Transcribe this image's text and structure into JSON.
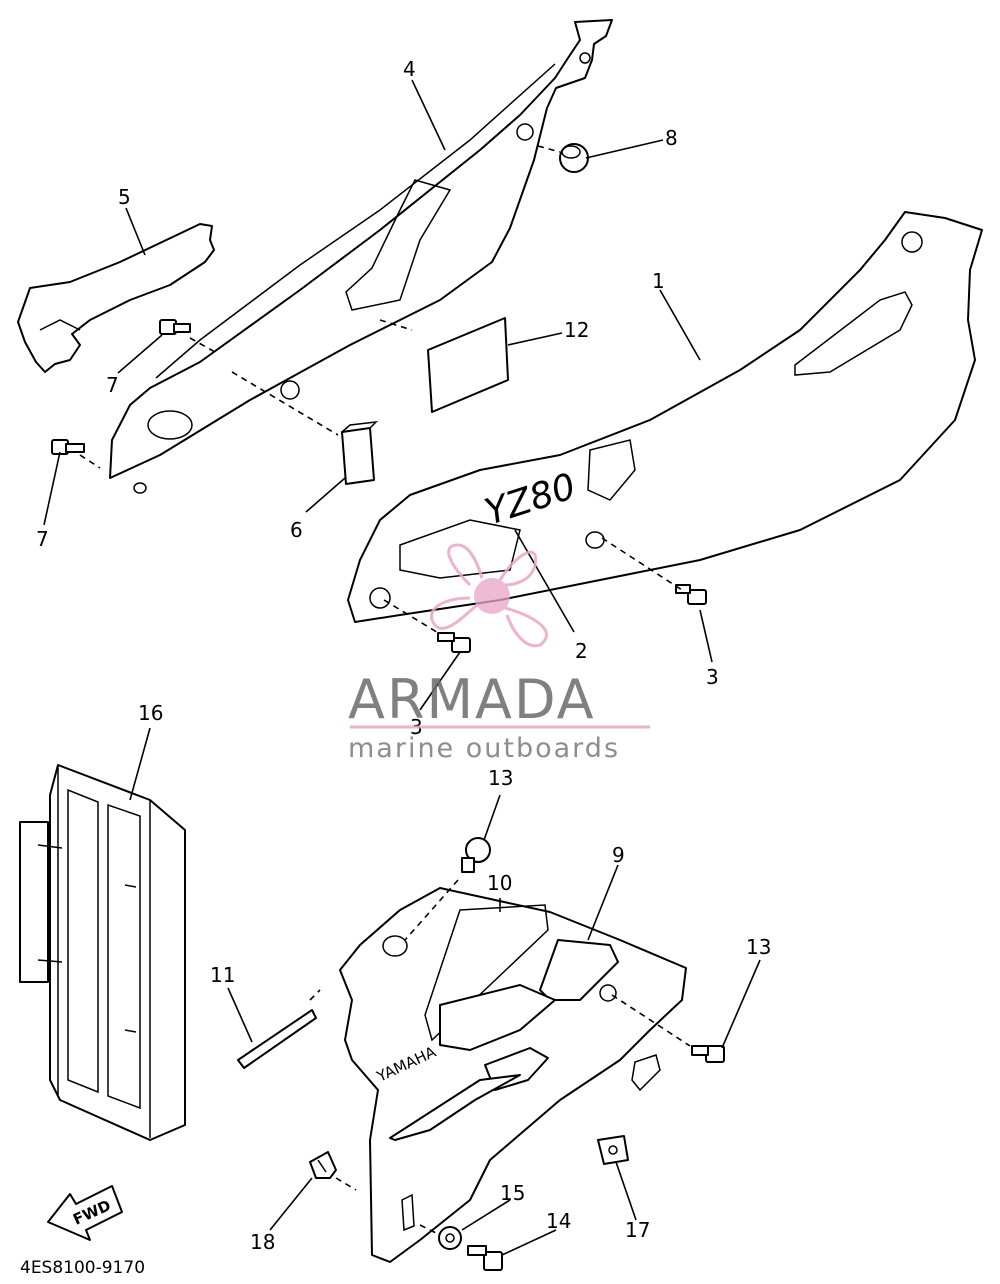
{
  "diagram": {
    "document_code": "4ES8100-9170",
    "callouts": {
      "c1": "1",
      "c2": "2",
      "c3a": "3",
      "c3b": "3",
      "c4": "4",
      "c5": "5",
      "c6": "6",
      "c7a": "7",
      "c7b": "7",
      "c8": "8",
      "c9": "9",
      "c10": "10",
      "c11": "11",
      "c12": "12",
      "c13a": "13",
      "c13b": "13",
      "c14": "14",
      "c15": "15",
      "c16": "16",
      "c17": "17",
      "c18": "18"
    },
    "fwd_arrow_label": "FWD",
    "side_cover_decal": "YZ80",
    "shroud_decal": "YAMAHA"
  },
  "watermark": {
    "brand": "ARMADA",
    "tagline": "marine outboards",
    "accent_color": "#e8a6c6",
    "text_color": "#6a6a6a"
  }
}
